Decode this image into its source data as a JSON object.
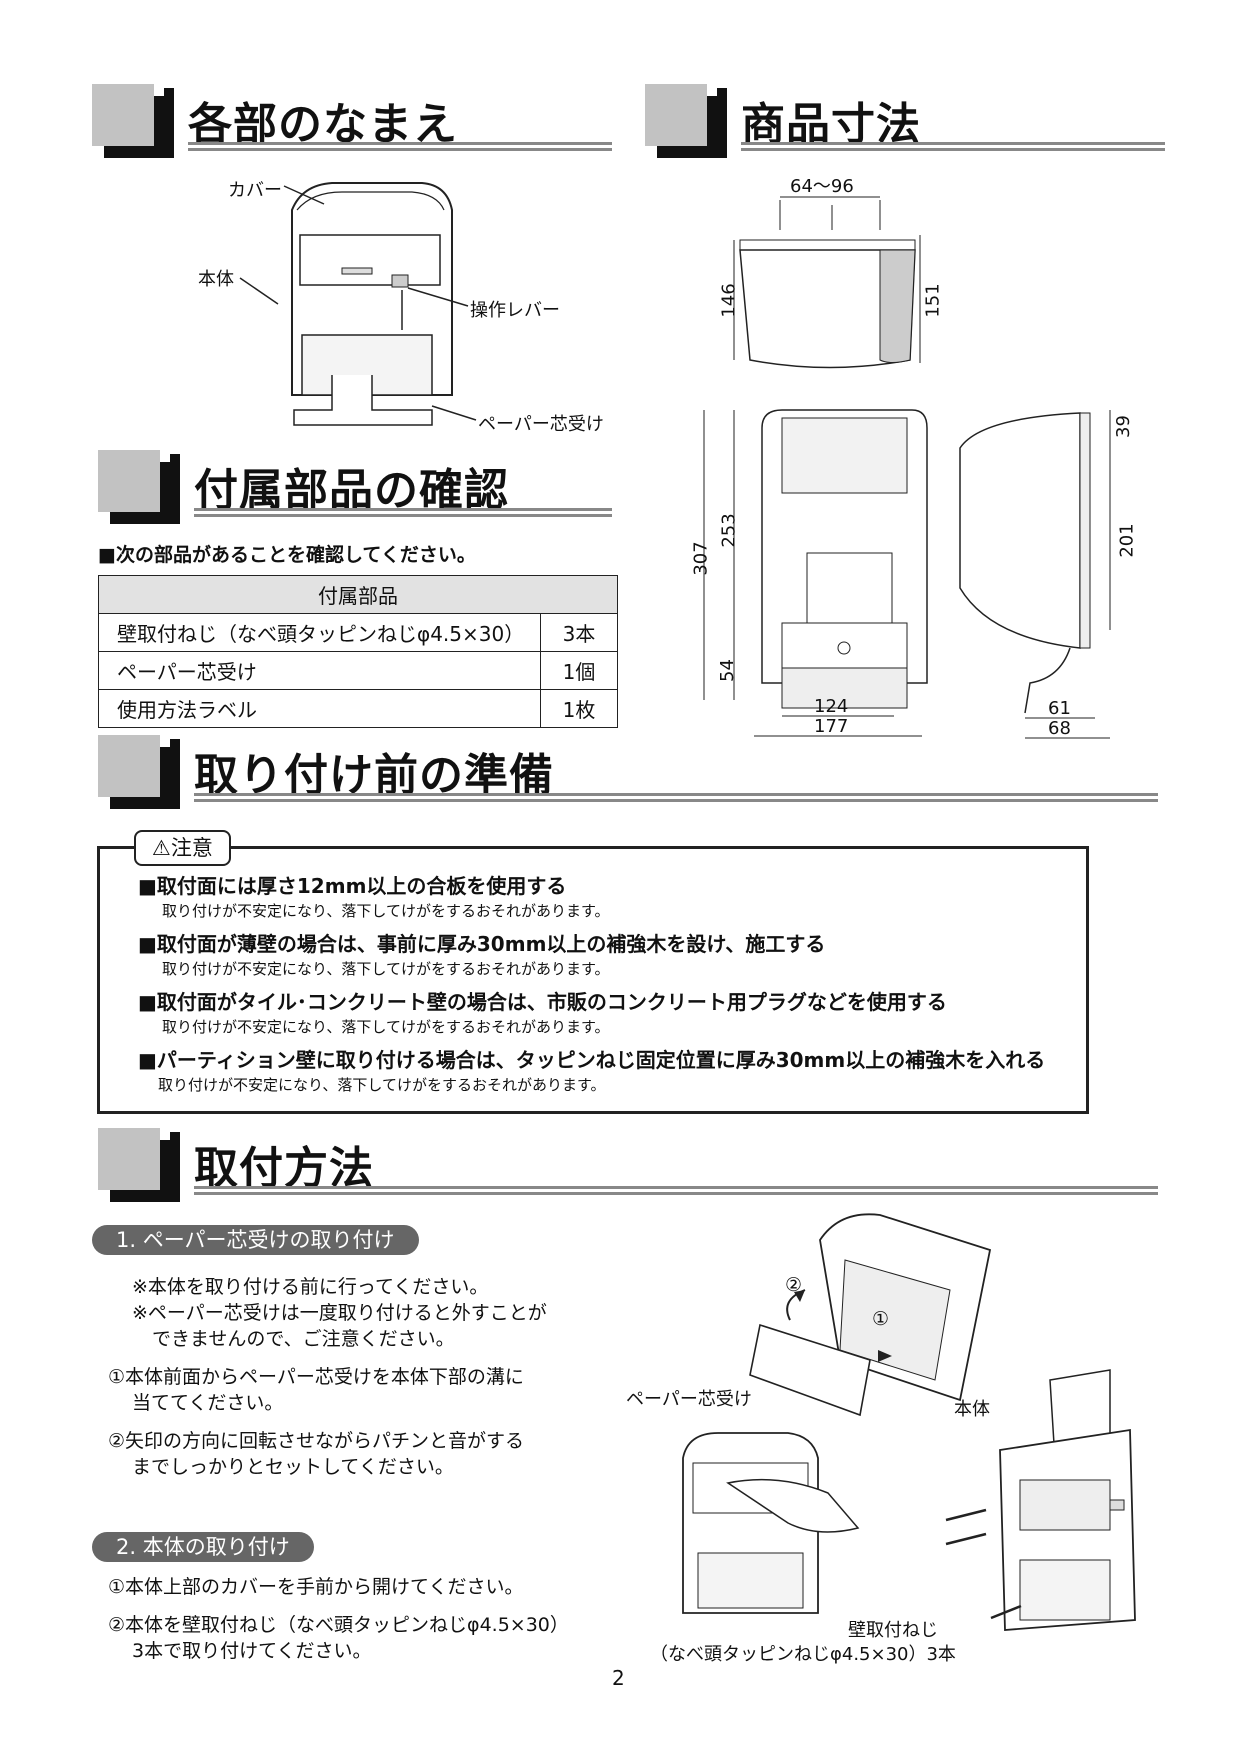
{
  "sections": {
    "parts": "各部のなまえ",
    "dimensions": "商品寸法",
    "accessories": "付属部品の確認",
    "preparation": "取り付け前の準備",
    "installation": "取付方法"
  },
  "parts_labels": {
    "cover": "カバー",
    "body": "本体",
    "lever": "操作レバー",
    "paper_core": "ペーパー芯受け"
  },
  "dims": {
    "d64_96": "64～96",
    "d146": "146",
    "d151": "151",
    "d307": "307",
    "d253": "253",
    "d54": "54",
    "d124": "124",
    "d177": "177",
    "d39": "39",
    "d201": "201",
    "d61": "61",
    "d68": "68"
  },
  "accessories": {
    "intro": "■次の部品があることを確認してください。",
    "header": "付属部品",
    "rows": [
      {
        "name": "壁取付ねじ（なべ頭タッピンねじφ4.5×30）",
        "qty": "3本"
      },
      {
        "name": "ペーパー芯受け",
        "qty": "1個"
      },
      {
        "name": "使用方法ラベル",
        "qty": "1枚"
      }
    ]
  },
  "caution": {
    "tag": "⚠注意",
    "items": [
      {
        "main": "■取付面には厚さ12mm以上の合板を使用する",
        "sub": "取り付けが不安定になり、落下してけがをするおそれがあります。"
      },
      {
        "main": "■取付面が薄壁の場合は、事前に厚み30mm以上の補強木を設け、施工する",
        "sub": "取り付けが不安定になり、落下してけがをするおそれがあります。"
      },
      {
        "main": "■取付面がタイル･コンクリート壁の場合は、市販のコンクリート用プラグなどを使用する",
        "sub": "取り付けが不安定になり、落下してけがをするおそれがあります。"
      },
      {
        "main": "■パーティション壁に取り付ける場合は、タッピンねじ固定位置に厚み30mm以上の補強木を入れる",
        "sub": "取り付けが不安定になり、落下してけがをするおそれがあります。"
      }
    ]
  },
  "step1": {
    "title": "1. ペーパー芯受けの取り付け",
    "note1": "※本体を取り付ける前に行ってください。",
    "note2a": "※ペーパー芯受けは一度取り付けると外すことが",
    "note2b": "できませんので、ご注意ください。",
    "s1a": "①本体前面からペーパー芯受けを本体下部の溝に",
    "s1b": "当ててください。",
    "s2a": "②矢印の方向に回転させながらパチンと音がする",
    "s2b": "までしっかりとセットしてください。",
    "fig_core": "ペーパー芯受け",
    "fig_body": "本体",
    "fig_n1": "①",
    "fig_n2": "②"
  },
  "step2": {
    "title": "2. 本体の取り付け",
    "s1": "①本体上部のカバーを手前から開けてください。",
    "s2a": "②本体を壁取付ねじ（なべ頭タッピンねじφ4.5×30）",
    "s2b": "3本で取り付けてください。",
    "screw_a": "壁取付ねじ",
    "screw_b": "（なべ頭タッピンねじφ4.5×30）3本"
  },
  "page_number": "2"
}
